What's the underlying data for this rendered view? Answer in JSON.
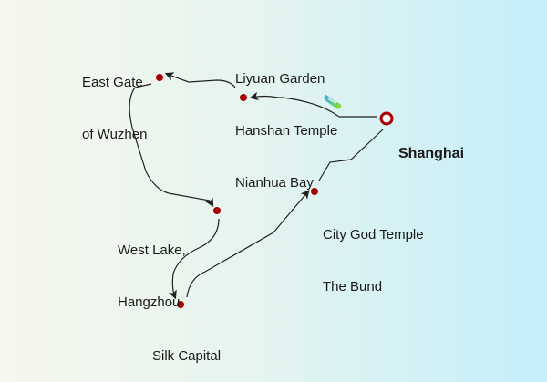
{
  "map": {
    "route_color": "#222222",
    "stop_color": "#a80000",
    "stops": [
      {
        "id": "shanghai",
        "lines": [
          "Shanghai"
        ],
        "type": "start"
      },
      {
        "id": "liyuan",
        "lines": [
          "Liyuan Garden",
          "Hanshan Temple",
          "Nianhua Bay"
        ]
      },
      {
        "id": "wuzhen",
        "lines": [
          "East Gate",
          "of Wuzhen"
        ]
      },
      {
        "id": "westlake",
        "lines": [
          "West Lake,",
          "Hangzhou"
        ]
      },
      {
        "id": "silk",
        "lines": [
          "Silk Capital"
        ]
      },
      {
        "id": "citygod",
        "lines": [
          "City God Temple",
          "The Bund"
        ]
      }
    ],
    "icons": [
      "boat-icon"
    ]
  }
}
